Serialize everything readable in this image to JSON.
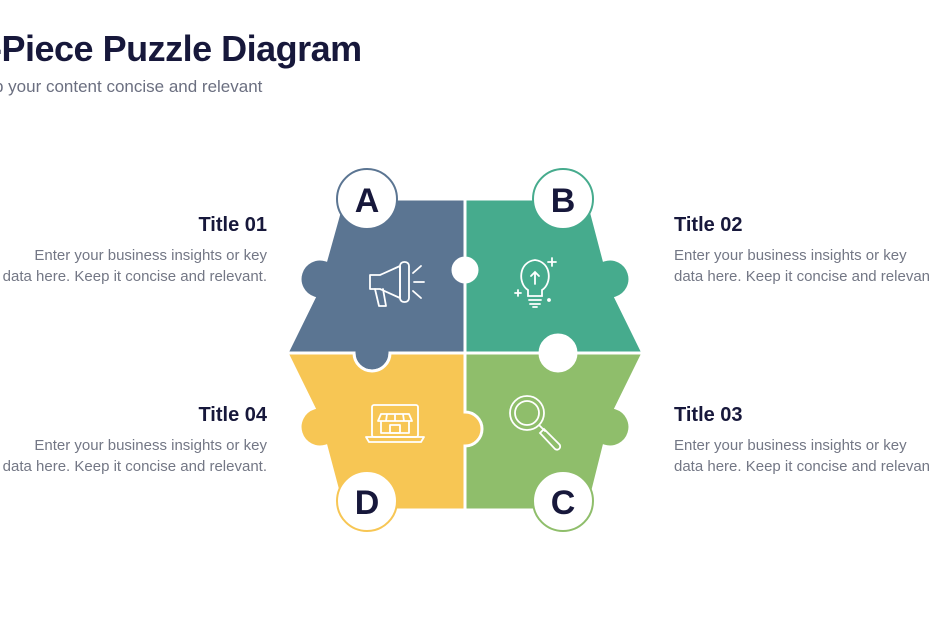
{
  "header": {
    "title": "-Piece Puzzle Diagram",
    "subtitle": "p your content concise and relevant"
  },
  "pieces": [
    {
      "letter": "A",
      "color": "#5b7592",
      "icon": "megaphone-icon"
    },
    {
      "letter": "B",
      "color": "#46ab8d",
      "icon": "lightbulb-icon"
    },
    {
      "letter": "C",
      "color": "#8fbe6b",
      "icon": "magnifier-icon"
    },
    {
      "letter": "D",
      "color": "#f7c654",
      "icon": "online-store-icon"
    }
  ],
  "blocks": {
    "title01": "Title 01",
    "title02": "Title 02",
    "title03": "Title 03",
    "title04": "Title 04",
    "text01": "Enter your business insights or key data here. Keep it concise and relevant.",
    "text02": "Enter your business insights or key data here. Keep it concise and relevant.",
    "text03": "Enter your business insights or key data here. Keep it concise and relevant.",
    "text04": "Enter your business insights or key data here. Keep it concise and relevant."
  }
}
